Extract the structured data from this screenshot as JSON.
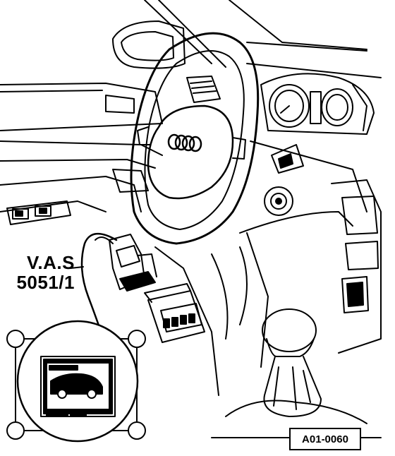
{
  "diagram": {
    "tool_label_line1": "V.A.S",
    "tool_label_line2": "5051/1",
    "reference_code": "A01-0060",
    "steering_badge": "four-ring-logo"
  }
}
